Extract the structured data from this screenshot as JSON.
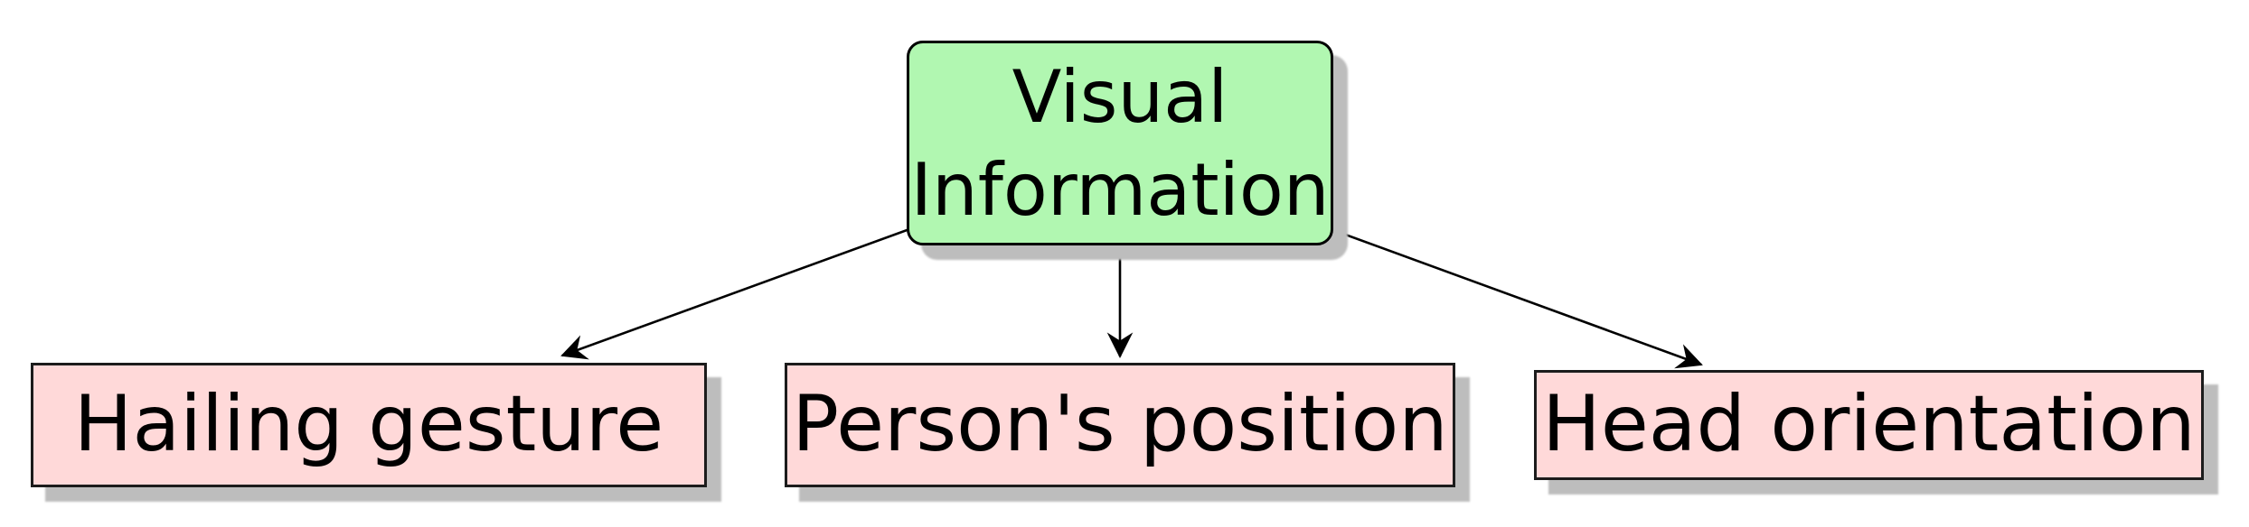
{
  "diagram": {
    "root": {
      "label": "Visual Information"
    },
    "children": [
      {
        "label": "Hailing gesture"
      },
      {
        "label": "Person's position"
      },
      {
        "label": "Head orientation"
      }
    ]
  },
  "colors": {
    "root-fill": "#b1f7b1",
    "child-fill": "#ffd9d9",
    "border": "#1c1c1c",
    "arrow": "#000000",
    "shadow": "#bdbdbd",
    "background": "#ffffff",
    "text": "#000000"
  }
}
